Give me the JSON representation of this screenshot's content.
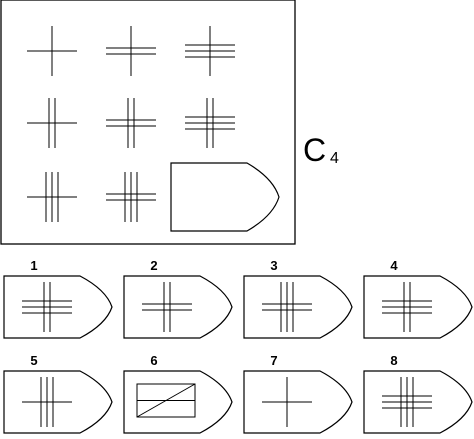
{
  "title": {
    "letter": "C",
    "number": "4"
  },
  "matrix": {
    "cells": [
      {
        "v": 1,
        "h": 1
      },
      {
        "v": 1,
        "h": 2
      },
      {
        "v": 1,
        "h": 3
      },
      {
        "v": 2,
        "h": 1
      },
      {
        "v": 2,
        "h": 2
      },
      {
        "v": 2,
        "h": 3
      },
      {
        "v": 3,
        "h": 1
      },
      {
        "v": 3,
        "h": 2
      },
      {
        "kind": "blank"
      }
    ]
  },
  "options": [
    {
      "label": "1",
      "v": 2,
      "h": 3
    },
    {
      "label": "2",
      "v": 2,
      "h": 2
    },
    {
      "label": "3",
      "v": 3,
      "h": 2
    },
    {
      "label": "4",
      "v": 2,
      "h": 3
    },
    {
      "label": "5",
      "v": 3,
      "h": 1
    },
    {
      "label": "6",
      "kind": "boxed-diagonal"
    },
    {
      "label": "7",
      "v": 1,
      "h": 1
    },
    {
      "label": "8",
      "v": 3,
      "h": 3
    }
  ]
}
